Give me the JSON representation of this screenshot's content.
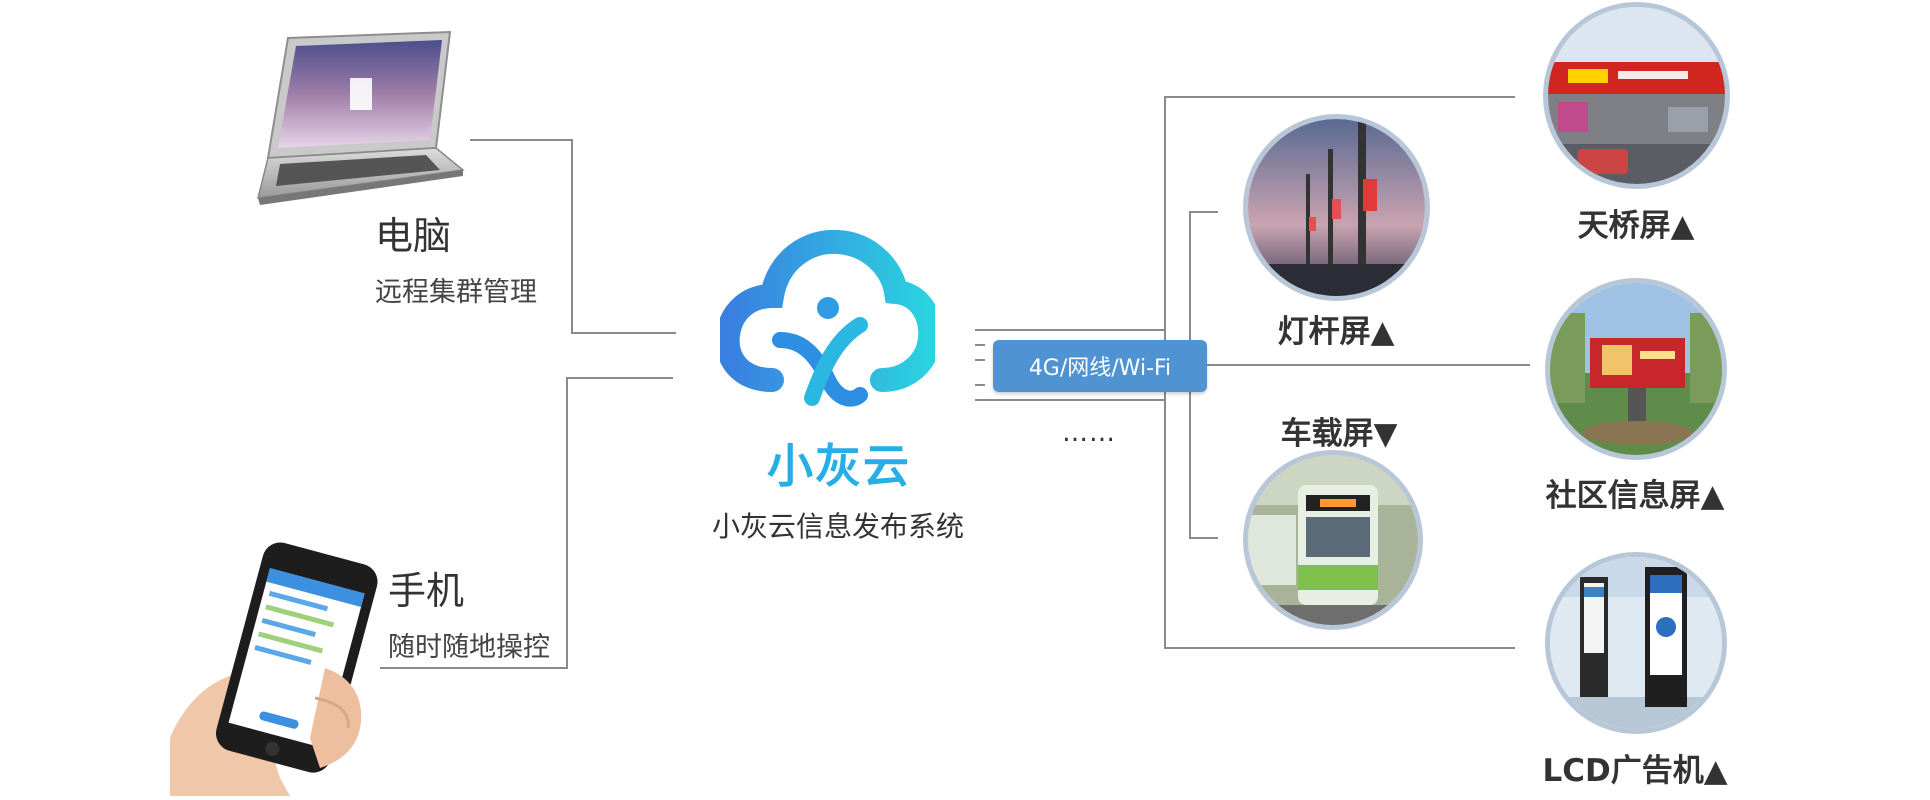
{
  "devices": {
    "computer": {
      "title": "电脑",
      "subtitle": "远程集群管理"
    },
    "phone": {
      "title": "手机",
      "subtitle": "随时随地操控"
    }
  },
  "brand": {
    "name": "小灰云",
    "subtitle": "小灰云信息发布系统"
  },
  "network": {
    "label": "4G/网线/Wi-Fi",
    "more": "……"
  },
  "screens": {
    "bridge": "天桥屏▲",
    "lamp_post": "灯杆屏▲",
    "vehicle": "车载屏▼",
    "community": "社区信息屏▲",
    "lcd": "LCD广告机▲"
  },
  "colors": {
    "brand": "#27aee6",
    "badge": "#4f93d3",
    "line": "#7f7f7f"
  }
}
